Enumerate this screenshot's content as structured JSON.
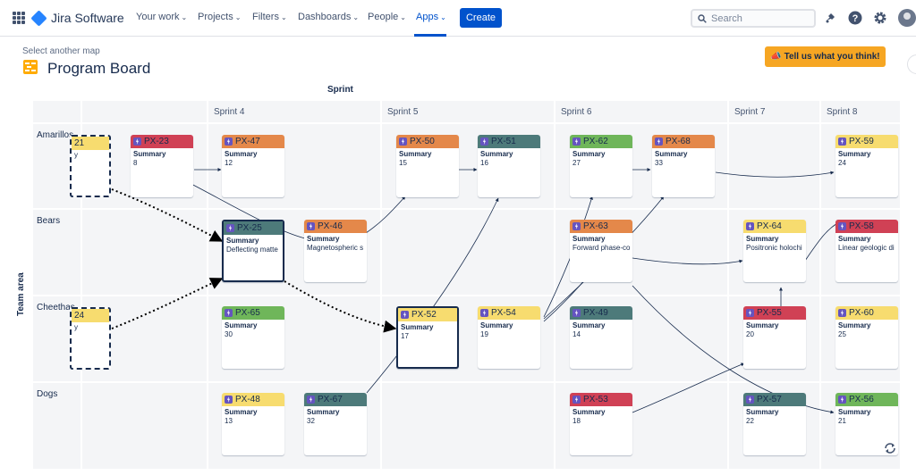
{
  "app": {
    "name": "Jira Software",
    "nav": [
      {
        "label": "Your work",
        "chev": "⌄"
      },
      {
        "label": "Projects",
        "chev": "⌄"
      },
      {
        "label": "Filters",
        "chev": "⌄"
      },
      {
        "label": "Dashboards",
        "chev": "⌄"
      },
      {
        "label": "People",
        "chev": "⌄"
      },
      {
        "label": "Apps",
        "chev": "⌄",
        "active": true
      }
    ],
    "create_label": "Create",
    "search_placeholder": "Search"
  },
  "page": {
    "select_map": "Select another map",
    "title": "Program Board",
    "feedback": "Tell us what you think!",
    "sprint_axis": "Sprint",
    "team_axis": "Team area"
  },
  "sprints": [
    "Sprint 4",
    "Sprint 5",
    "Sprint 6",
    "Sprint 7",
    "Sprint 8"
  ],
  "teams": [
    "Amarillos",
    "Bears",
    "Cheethas",
    "Dogs"
  ],
  "colors": {
    "red": "#d04155",
    "orange": "#e4884a",
    "teal": "#4d7a7a",
    "green": "#6fb65a",
    "yellow": "#f7dc6f",
    "accent": "#0052cc"
  },
  "cards": [
    {
      "key": "21",
      "summary": "",
      "value": "",
      "color": "yellow",
      "ghost": true
    },
    {
      "key": "PX-23",
      "summary": "Summary",
      "value": "8",
      "color": "red"
    },
    {
      "key": "PX-47",
      "summary": "Summary",
      "value": "12",
      "color": "orange"
    },
    {
      "key": "PX-50",
      "summary": "Summary",
      "value": "15",
      "color": "orange"
    },
    {
      "key": "PX-51",
      "summary": "Summary",
      "value": "16",
      "color": "teal"
    },
    {
      "key": "PX-62",
      "summary": "Summary",
      "value": "27",
      "color": "green"
    },
    {
      "key": "PX-68",
      "summary": "Summary",
      "value": "33",
      "color": "orange"
    },
    {
      "key": "PX-59",
      "summary": "Summary",
      "value": "24",
      "color": "yellow"
    },
    {
      "key": "PX-25",
      "summary": "Summary",
      "value": "Deflecting matte",
      "color": "teal",
      "selected": true
    },
    {
      "key": "PX-46",
      "summary": "Summary",
      "value": "Magnetospheric s",
      "color": "orange"
    },
    {
      "key": "PX-63",
      "summary": "Summary",
      "value": "Forward phase-co",
      "color": "orange"
    },
    {
      "key": "PX-64",
      "summary": "Summary",
      "value": "Positronic holochi",
      "color": "yellow"
    },
    {
      "key": "PX-58",
      "summary": "Summary",
      "value": "Linear geologic di",
      "color": "red"
    },
    {
      "key": "24",
      "summary": "",
      "value": "",
      "color": "yellow",
      "ghost": true
    },
    {
      "key": "PX-65",
      "summary": "Summary",
      "value": "30",
      "color": "green"
    },
    {
      "key": "PX-52",
      "summary": "Summary",
      "value": "17",
      "color": "yellow",
      "selected": true
    },
    {
      "key": "PX-54",
      "summary": "Summary",
      "value": "19",
      "color": "yellow"
    },
    {
      "key": "PX-49",
      "summary": "Summary",
      "value": "14",
      "color": "teal"
    },
    {
      "key": "PX-55",
      "summary": "Summary",
      "value": "20",
      "color": "red"
    },
    {
      "key": "PX-60",
      "summary": "Summary",
      "value": "25",
      "color": "yellow"
    },
    {
      "key": "PX-48",
      "summary": "Summary",
      "value": "13",
      "color": "yellow"
    },
    {
      "key": "PX-67",
      "summary": "Summary",
      "value": "32",
      "color": "teal"
    },
    {
      "key": "PX-53",
      "summary": "Summary",
      "value": "18",
      "color": "red"
    },
    {
      "key": "PX-57",
      "summary": "Summary",
      "value": "22",
      "color": "teal"
    },
    {
      "key": "PX-56",
      "summary": "Summary",
      "value": "21",
      "color": "green"
    }
  ]
}
